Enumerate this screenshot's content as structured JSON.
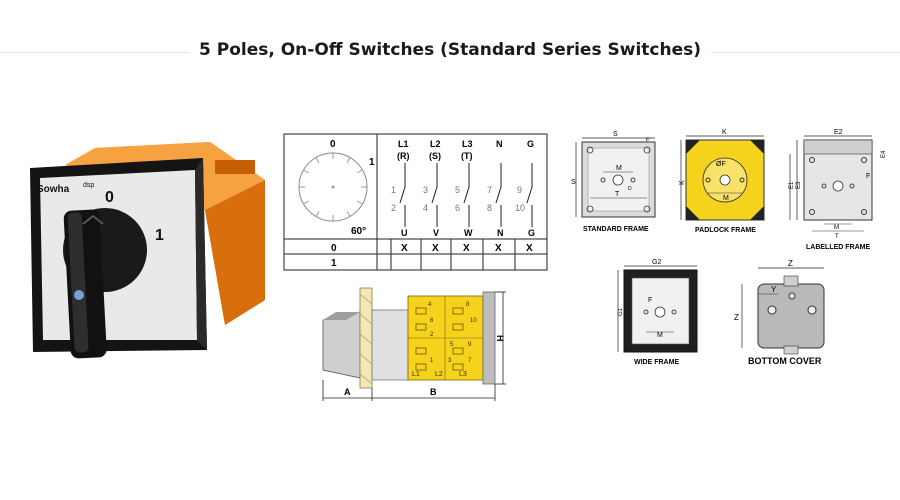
{
  "title": "5 Poles, On-Off Switches (Standard Series Switches)",
  "product": {
    "brand_main": "Sowha",
    "brand_sub": "dsp",
    "dial_off": "0",
    "dial_on": "1"
  },
  "diagram": {
    "dial_positions": [
      "0",
      "1"
    ],
    "angle": "60°",
    "poles": [
      {
        "name": "L1",
        "alt": "(R)",
        "top": [
          "1",
          "2"
        ],
        "out": "U"
      },
      {
        "name": "L2",
        "alt": "(S)",
        "top": [
          "3",
          "4"
        ],
        "out": "V"
      },
      {
        "name": "L3",
        "alt": "(T)",
        "top": [
          "5",
          "6"
        ],
        "out": "W"
      },
      {
        "name": "N",
        "alt": "",
        "top": [
          "7",
          "8"
        ],
        "out": "N"
      },
      {
        "name": "G",
        "alt": "",
        "top": [
          "9",
          "10"
        ],
        "out": "G"
      }
    ],
    "table_rows": [
      {
        "position": "0",
        "marks": [
          "X",
          "X",
          "X",
          "X",
          "X"
        ]
      },
      {
        "position": "1",
        "marks": [
          "",
          "",
          "",
          "",
          ""
        ]
      }
    ]
  },
  "side_view": {
    "dim_a": "A",
    "dim_b": "B",
    "dim_h": "H",
    "terminal_labels": [
      "L1",
      "L2",
      "L3"
    ],
    "contact_numbers": [
      "4",
      "8",
      "6",
      "10",
      "2",
      "5",
      "9",
      "1",
      "3",
      "7"
    ]
  },
  "frames": {
    "standard": {
      "label": "STANDARD FRAME",
      "dims": [
        "S",
        "F",
        "M",
        "T",
        "S"
      ]
    },
    "padlock": {
      "label": "PADLOCK FRAME",
      "dims": [
        "K",
        "ØF",
        "M",
        "K"
      ]
    },
    "labelled": {
      "label": "LABELLED FRAME",
      "dims": [
        "E2",
        "E4",
        "E1",
        "E3",
        "F",
        "M",
        "T"
      ]
    },
    "wide": {
      "label": "WIDE FRAME",
      "dims": [
        "G2",
        "G1",
        "F",
        "M"
      ]
    },
    "bottom": {
      "label": "BOTTOM COVER",
      "dims": [
        "Z",
        "Z",
        "Y"
      ]
    },
    "small_d": "D"
  },
  "colors": {
    "orange": "#f28a1b",
    "yellow": "#f5d21c",
    "dark": "#1b1b1b",
    "frame_grey": "#d9d9d9"
  }
}
